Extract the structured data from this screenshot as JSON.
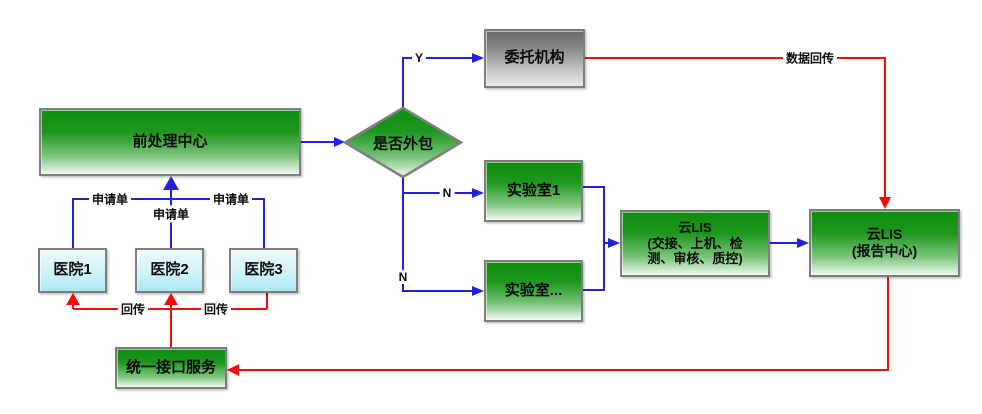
{
  "diagram": {
    "type": "flowchart",
    "nodes": {
      "preprocess_center": "前处理中心",
      "outsource_decision": "是否外包",
      "consignee_org": "委托机构",
      "lab_1": "实验室1",
      "lab_more": "实验室...",
      "cloud_lis_process": "云LIS\n(交接、上机、检\n测、审核、质控)",
      "cloud_lis_report": "云LIS\n(报告中心)",
      "hospital_1": "医院1",
      "hospital_2": "医院2",
      "hospital_3": "医院3",
      "unified_interface": "统一接口服务"
    },
    "edge_labels": {
      "yes": "Y",
      "no_lab1": "N",
      "no_lab_more": "N",
      "request_form_left": "申请单",
      "request_form_center": "申请单",
      "request_form_right": "申请单",
      "return_left": "回传",
      "return_right": "回传",
      "data_return": "数据回传"
    },
    "colors": {
      "connector_blue": "#2222dd",
      "connector_red": "#f50a0a",
      "node_green_top": "#0e8e0e",
      "node_green_bottom": "#f1f9f1",
      "node_gray_top": "#6b6b6b",
      "node_gray_bottom": "#e9e9e9",
      "node_cyan_top": "#eafbfd",
      "node_cyan_bottom": "#abe8f0",
      "border_gray": "#7e7e7e"
    }
  }
}
